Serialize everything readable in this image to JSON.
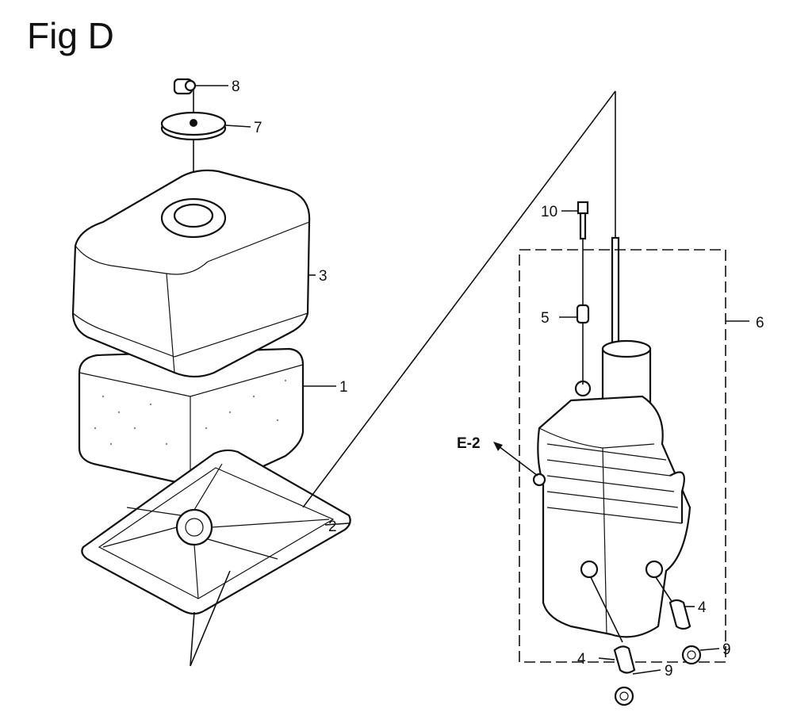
{
  "figure": {
    "title": "Fig D",
    "callouts": {
      "bolt_top": "8",
      "cover_plate": "7",
      "air_cleaner_cover": "3",
      "foam_element": "1",
      "element_grid": "2",
      "bolt_side": "10",
      "collar": "5",
      "air_cleaner_case": "6",
      "reference": "E-2",
      "pipe_left": "4",
      "pipe_right": "4",
      "nut_left": "9",
      "nut_right": "9"
    }
  }
}
